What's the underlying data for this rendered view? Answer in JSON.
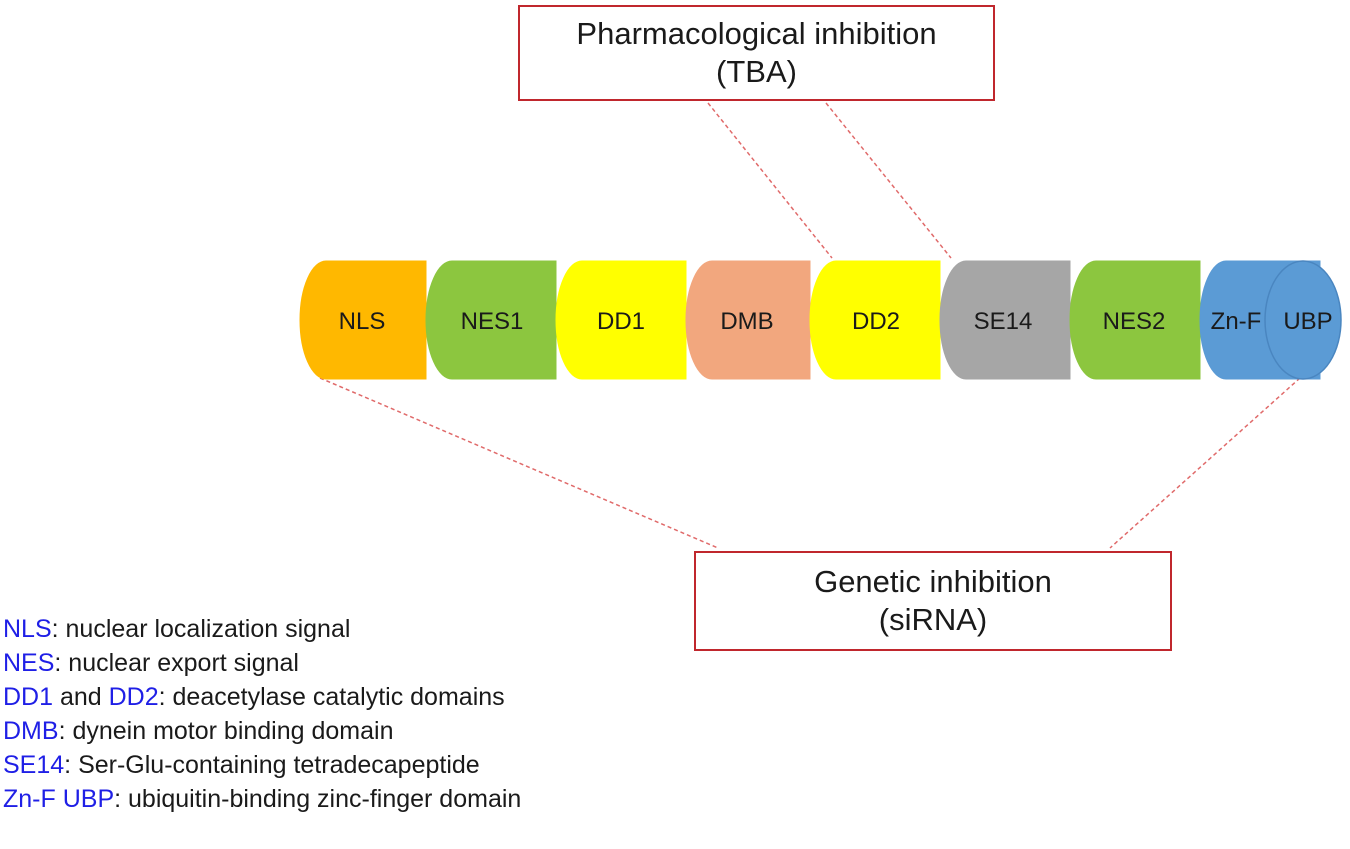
{
  "colors": {
    "callout_border": "#c0272d",
    "connector": "#e06a6a",
    "legend_abbr": "#1f1fe6"
  },
  "domains": [
    {
      "label": "NLS",
      "color": "#ffb800"
    },
    {
      "label": "NES1",
      "color": "#8cc63f"
    },
    {
      "label": "DD1",
      "color": "#ffff00"
    },
    {
      "label": "DMB",
      "color": "#f2a77e"
    },
    {
      "label": "DD2",
      "color": "#ffff00"
    },
    {
      "label": "SE14",
      "color": "#a6a6a6"
    },
    {
      "label": "NES2",
      "color": "#8cc63f"
    },
    {
      "label": "Zn-F",
      "color": "#5b9bd5"
    },
    {
      "label": "UBP",
      "color": "#5b9bd5"
    }
  ],
  "callouts": {
    "top": {
      "line1": "Pharmacological inhibition",
      "line2": "(TBA)"
    },
    "bottom": {
      "line1": "Genetic inhibition",
      "line2": "(siRNA)"
    }
  },
  "legend": [
    {
      "abbr": "NLS",
      "text": ": nuclear localization signal"
    },
    {
      "abbr": "NES",
      "text": ": nuclear export signal"
    },
    {
      "abbr": "DD1",
      "mid": " and ",
      "abbr2": "DD2",
      "text": ": deacetylase catalytic domains"
    },
    {
      "abbr": "DMB",
      "text": ": dynein motor binding domain"
    },
    {
      "abbr": "SE14",
      "text": ": Ser-Glu-containing tetradecapeptide"
    },
    {
      "abbr": "Zn-F UBP",
      "text": ": ubiquitin-binding zinc-finger domain"
    }
  ]
}
